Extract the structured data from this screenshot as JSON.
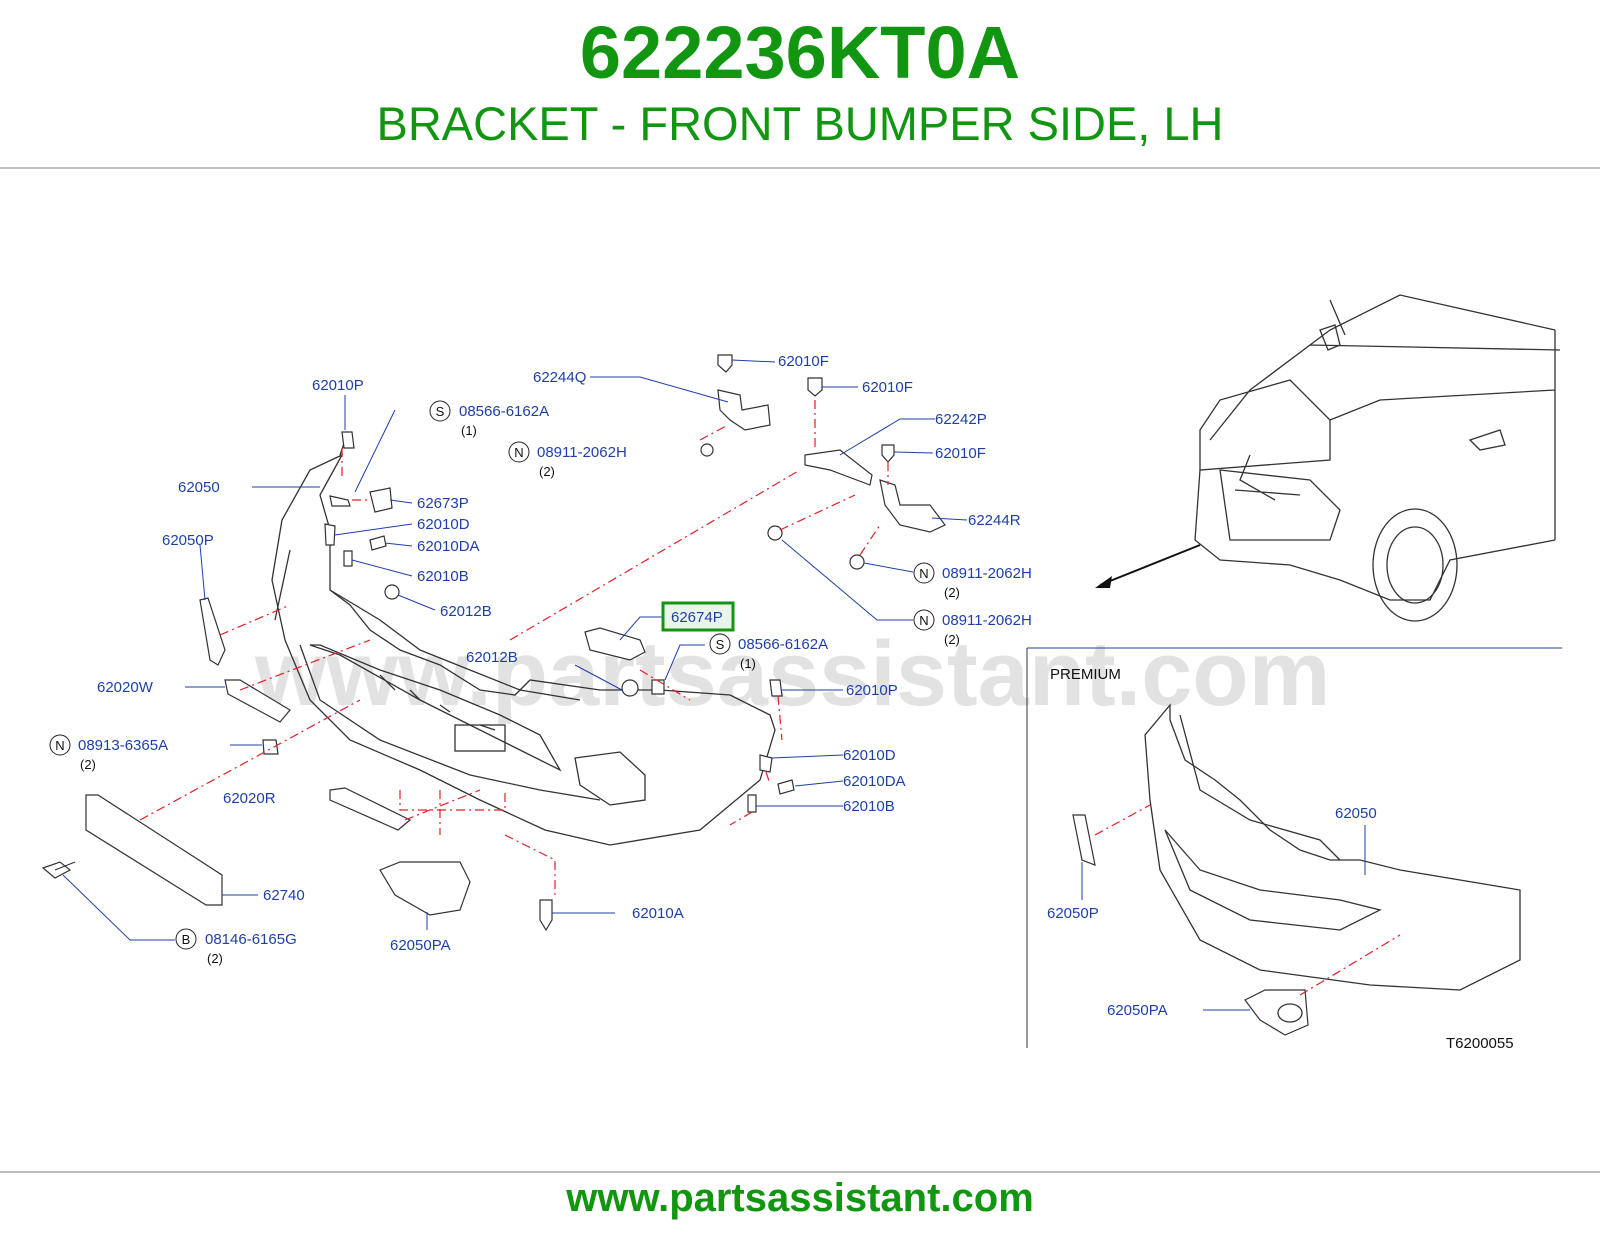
{
  "header": {
    "part_number": "622236KT0A",
    "description": "BRACKET - FRONT BUMPER SIDE, LH"
  },
  "watermark": "www.partsassistant.com",
  "footer": {
    "url": "www.partsassistant.com"
  },
  "diagram": {
    "code": "T6200055",
    "premium_label": "PREMIUM",
    "highlight_color": "#129612",
    "label_color": "#1f3fa8",
    "callouts": [
      "62010P",
      "62050",
      "62050P",
      "62020W",
      "62020R",
      "62740",
      "62050PA",
      "62010A",
      "62673P",
      "62010D",
      "62010DA",
      "62010B",
      "62012B",
      "62012B",
      "62244Q",
      "62010F",
      "62010F",
      "62242P",
      "62010F",
      "62244R",
      "62674P",
      "62010P",
      "62010D",
      "62010DA",
      "62010B",
      "62050",
      "62050P",
      "62050PA"
    ],
    "fasteners": [
      {
        "prefix": "S",
        "number": "08566-6162A",
        "qty": "(1)"
      },
      {
        "prefix": "N",
        "number": "08911-2062H",
        "qty": "(2)"
      },
      {
        "prefix": "N",
        "number": "08911-2062H",
        "qty": "(2)"
      },
      {
        "prefix": "N",
        "number": "08911-2062H",
        "qty": "(2)"
      },
      {
        "prefix": "S",
        "number": "08566-6162A",
        "qty": "(1)"
      },
      {
        "prefix": "N",
        "number": "08913-6365A",
        "qty": "(2)"
      },
      {
        "prefix": "B",
        "number": "08146-6165G",
        "qty": "(2)"
      }
    ],
    "highlighted_part": "62674P"
  }
}
